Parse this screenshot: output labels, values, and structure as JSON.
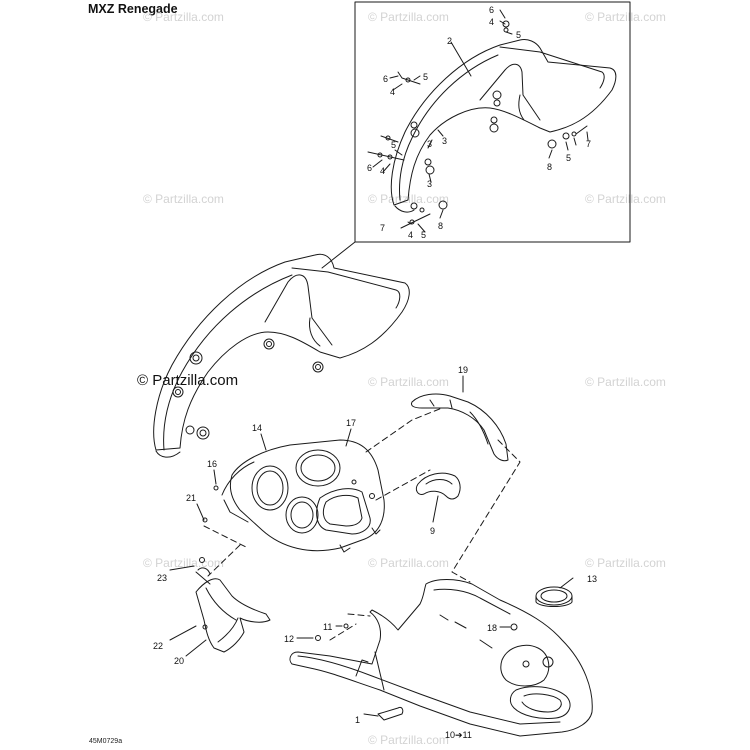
{
  "model_title": "MXZ Renegade",
  "diagram_ref": "45M0729a",
  "brand_logo": "© Partzilla.com",
  "watermark_text": "© Partzilla.com",
  "callouts": {
    "inset_2": "2",
    "inset_6a": "6",
    "inset_4a": "4",
    "inset_5a": "5",
    "inset_6b": "6",
    "inset_4b": "4",
    "inset_5b": "5",
    "inset_3a": "3",
    "inset_6c": "6",
    "inset_4c": "4",
    "inset_5c": "5",
    "inset_3b": "3",
    "inset_3c": "3",
    "inset_5d": "5",
    "inset_7a": "7",
    "inset_8a": "8",
    "inset_7b": "7",
    "inset_4d": "4",
    "inset_5e": "5",
    "inset_8b": "8",
    "p1": "1",
    "p9": "9",
    "p10_11": "10➔11",
    "p11": "11",
    "p12": "12",
    "p13": "13",
    "p14": "14",
    "p16": "16",
    "p17": "17",
    "p18": "18",
    "p19": "19",
    "p20": "20",
    "p21": "21",
    "p22": "22",
    "p23": "23"
  },
  "colors": {
    "line": "#1a1a1a",
    "watermark": "#d3d3d3",
    "background": "#ffffff"
  }
}
